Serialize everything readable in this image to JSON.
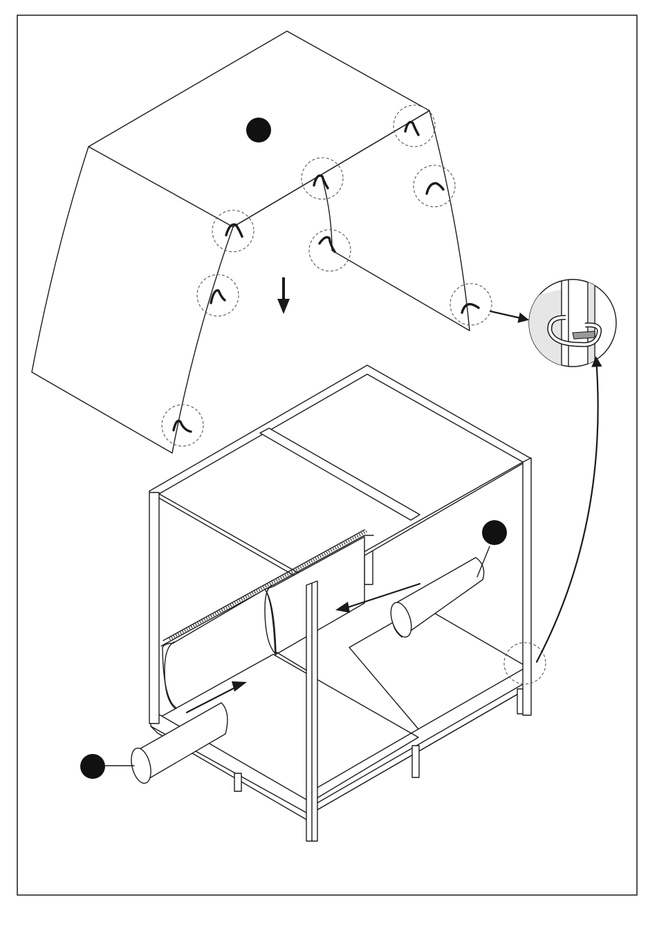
{
  "figure": {
    "kind": "assembly-instruction-illustration",
    "colors": {
      "ink": "#1a1a1a",
      "background": "#ffffff",
      "detail-fill": "#e6e6e6"
    },
    "parts": {
      "canopy": "canopy-cover",
      "frame": "four-post-daybed-frame",
      "bolster_left": "bolster-cushion",
      "bolster_right": "bolster-cushion"
    },
    "markers": [
      "step-marker-canopy",
      "step-marker-bolster-right",
      "step-marker-bolster-left"
    ],
    "arrows": [
      "place-canopy-down-arrow",
      "insert-bolster-left-arrow",
      "insert-bolster-right-arrow",
      "hook-detail-callout-arrow"
    ],
    "hooks_count": 8
  }
}
